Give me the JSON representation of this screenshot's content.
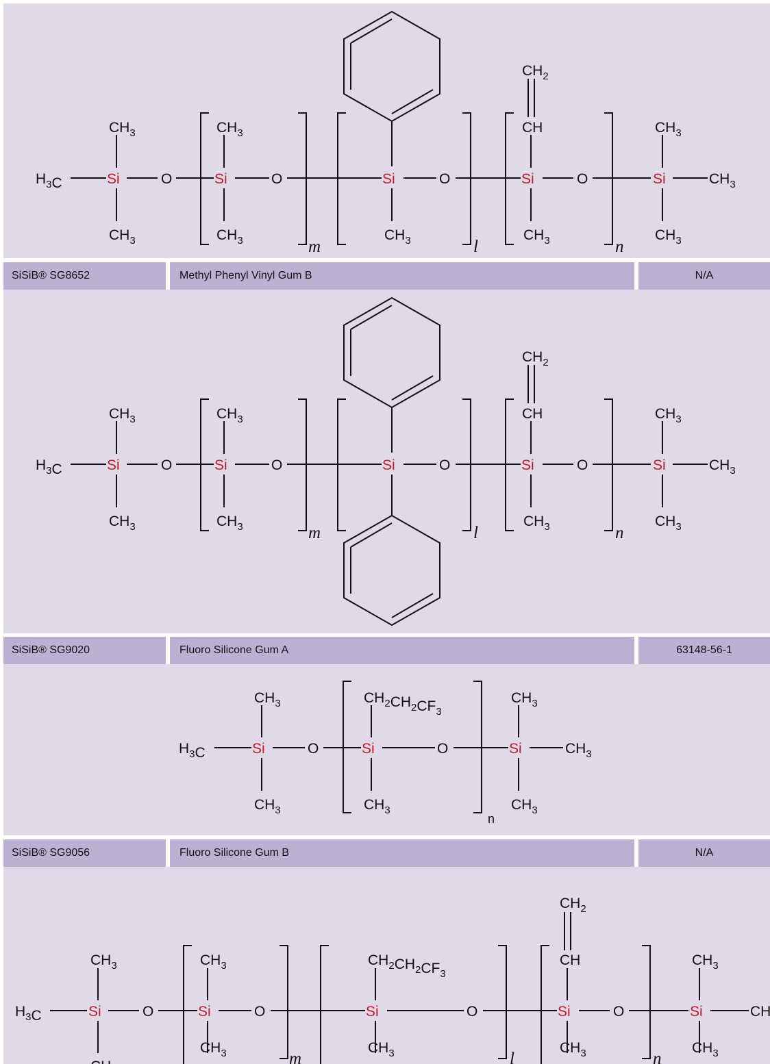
{
  "rows": [
    {
      "code": "SiSiB® SG8652",
      "name": "Methyl Phenyl Vinyl Gum B",
      "cas": "N/A"
    },
    {
      "code": "SiSiB® SG9020",
      "name": "Fluoro Silicone Gum A",
      "cas": "63148-56-1"
    },
    {
      "code": "SiSiB® SG9056",
      "name": "Fluoro Silicone Gum B",
      "cas": "N/A"
    }
  ],
  "chem": {
    "si": "Si",
    "o": "O",
    "ch": "CH",
    "ch3": "CH3",
    "ch2": "CH2",
    "h3c": "H3C",
    "rf": "CH2CH2CF3",
    "m": "m",
    "l": "l",
    "n": "n"
  }
}
